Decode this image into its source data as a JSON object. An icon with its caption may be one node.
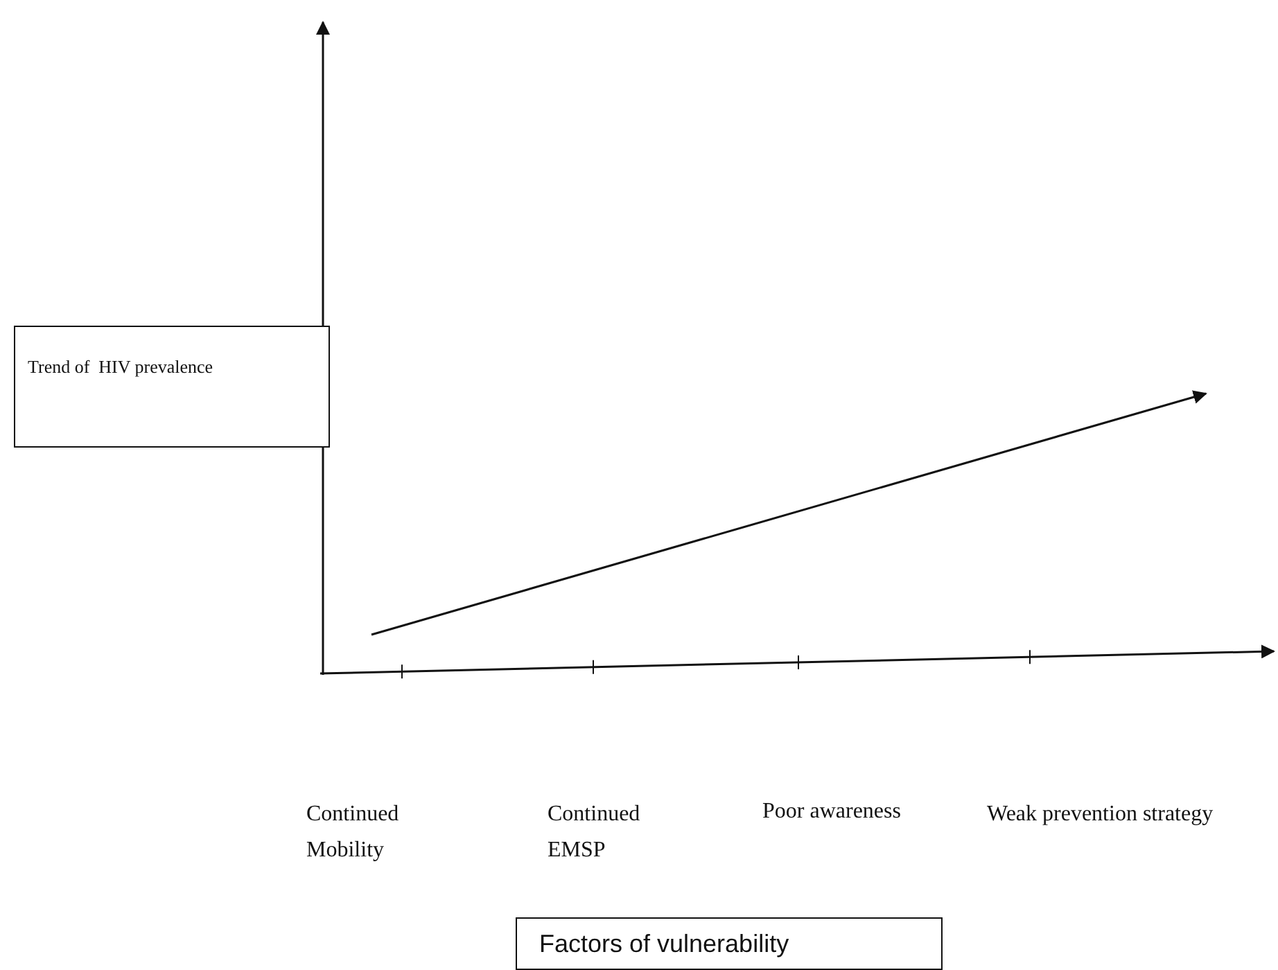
{
  "diagram": {
    "nodes": [
      {
        "text": [
          "Trend of  HIV prevalence"
        ]
      },
      {
        "text": [
          "Factors of vulnerability"
        ]
      }
    ],
    "labels": [
      "Continued Mobility",
      "Continued EMSP",
      "Poor awareness",
      "Weak prevention strategy"
    ]
  }
}
